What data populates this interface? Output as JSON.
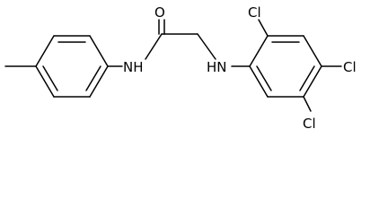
{
  "molecule": {
    "atoms": {
      "oxygen": "O",
      "amide_nh": "NH",
      "amine_hn": "HN",
      "cl_top": "Cl",
      "cl_right": "Cl",
      "cl_bottom": "Cl"
    },
    "colors": {
      "bond": "#000000",
      "label": "#000000",
      "background": "#ffffff"
    }
  }
}
